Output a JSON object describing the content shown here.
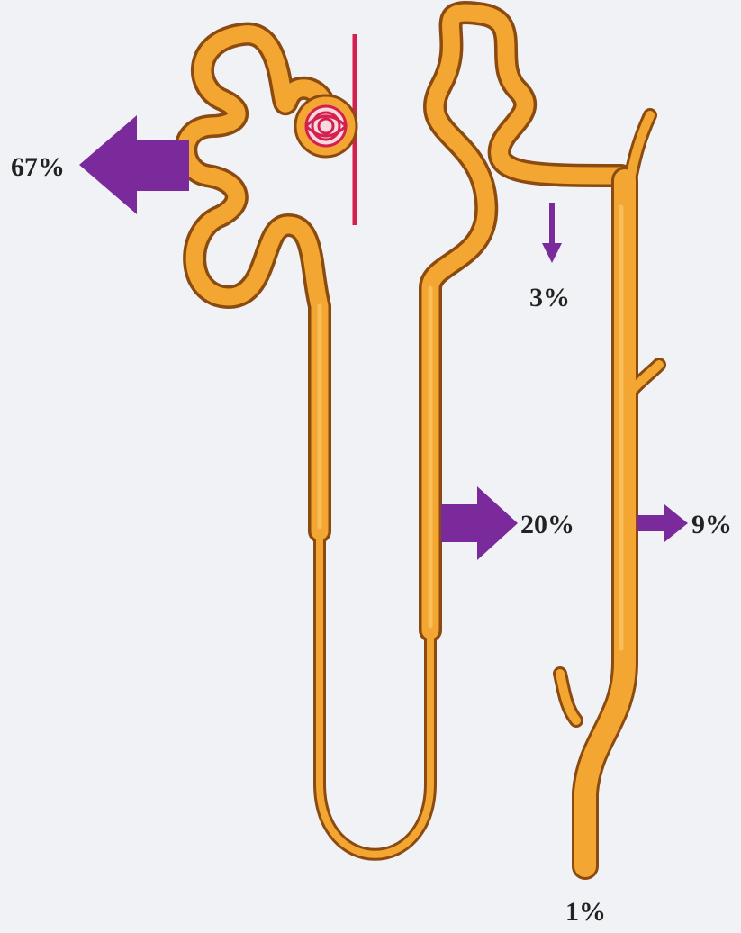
{
  "labels": {
    "proximal": "67%",
    "distal": "3%",
    "loop": "20%",
    "collecting": "9%",
    "excreted": "1%"
  },
  "colors": {
    "tubule": "#f3a631",
    "tubule_outline": "#8a4a10",
    "arrow": "#7b2a9c",
    "capillary": "#d4204e",
    "background": "#f1f2f5"
  }
}
